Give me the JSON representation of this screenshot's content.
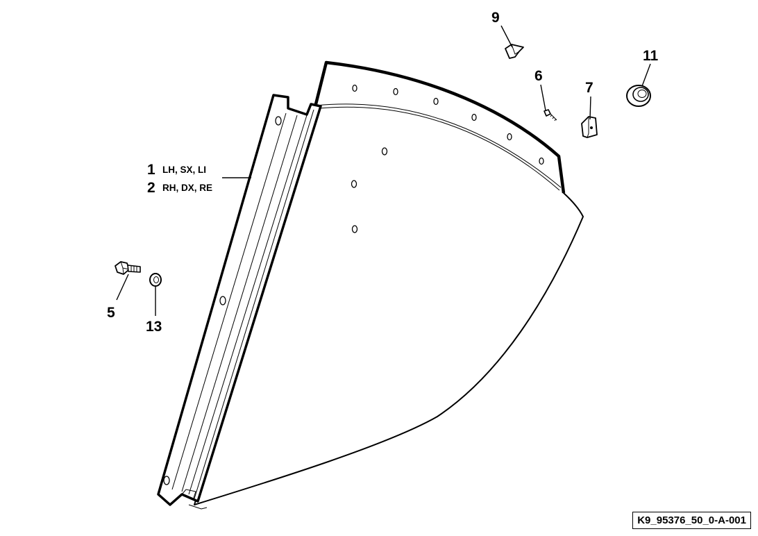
{
  "diagram": {
    "callouts": [
      {
        "id": "item-1",
        "number": "1",
        "side": "LH, SX, LI"
      },
      {
        "id": "item-2",
        "number": "2",
        "side": "RH, DX, RE"
      },
      {
        "id": "item-5",
        "number": "5"
      },
      {
        "id": "item-6",
        "number": "6"
      },
      {
        "id": "item-7",
        "number": "7"
      },
      {
        "id": "item-9",
        "number": "9"
      },
      {
        "id": "item-11",
        "number": "11"
      },
      {
        "id": "item-13",
        "number": "13"
      }
    ],
    "drawing_code": "K9_95376_50_0-A-001"
  }
}
